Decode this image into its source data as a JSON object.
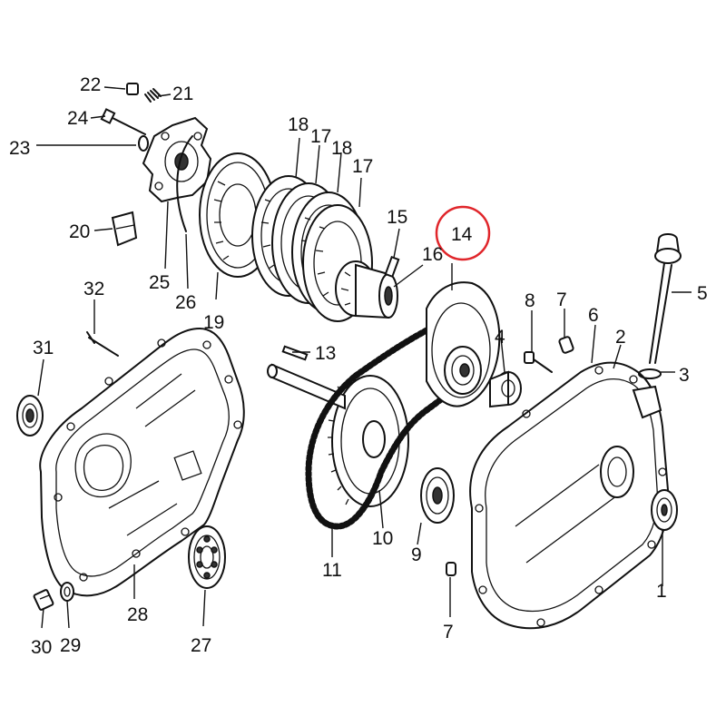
{
  "callouts": [
    {
      "id": "n1",
      "text": "1"
    },
    {
      "id": "n2",
      "text": "2"
    },
    {
      "id": "n3",
      "text": "3"
    },
    {
      "id": "n4",
      "text": "4"
    },
    {
      "id": "n5",
      "text": "5"
    },
    {
      "id": "n6",
      "text": "6"
    },
    {
      "id": "n7a",
      "text": "7"
    },
    {
      "id": "n7b",
      "text": "7"
    },
    {
      "id": "n8",
      "text": "8"
    },
    {
      "id": "n9",
      "text": "9"
    },
    {
      "id": "n10",
      "text": "10"
    },
    {
      "id": "n11",
      "text": "11"
    },
    {
      "id": "n13",
      "text": "13"
    },
    {
      "id": "n14",
      "text": "14"
    },
    {
      "id": "n15",
      "text": "15"
    },
    {
      "id": "n16",
      "text": "16"
    },
    {
      "id": "n17a",
      "text": "17"
    },
    {
      "id": "n17b",
      "text": "17"
    },
    {
      "id": "n18a",
      "text": "18"
    },
    {
      "id": "n18b",
      "text": "18"
    },
    {
      "id": "n19",
      "text": "19"
    },
    {
      "id": "n20",
      "text": "20"
    },
    {
      "id": "n21",
      "text": "21"
    },
    {
      "id": "n22",
      "text": "22"
    },
    {
      "id": "n23",
      "text": "23"
    },
    {
      "id": "n24",
      "text": "24"
    },
    {
      "id": "n25",
      "text": "25"
    },
    {
      "id": "n26",
      "text": "26"
    },
    {
      "id": "n27",
      "text": "27"
    },
    {
      "id": "n28",
      "text": "28"
    },
    {
      "id": "n29",
      "text": "29"
    },
    {
      "id": "n30",
      "text": "30"
    },
    {
      "id": "n31",
      "text": "31"
    },
    {
      "id": "n32",
      "text": "32"
    }
  ],
  "highlight": {
    "callout": "14",
    "color": "#e0262b"
  }
}
